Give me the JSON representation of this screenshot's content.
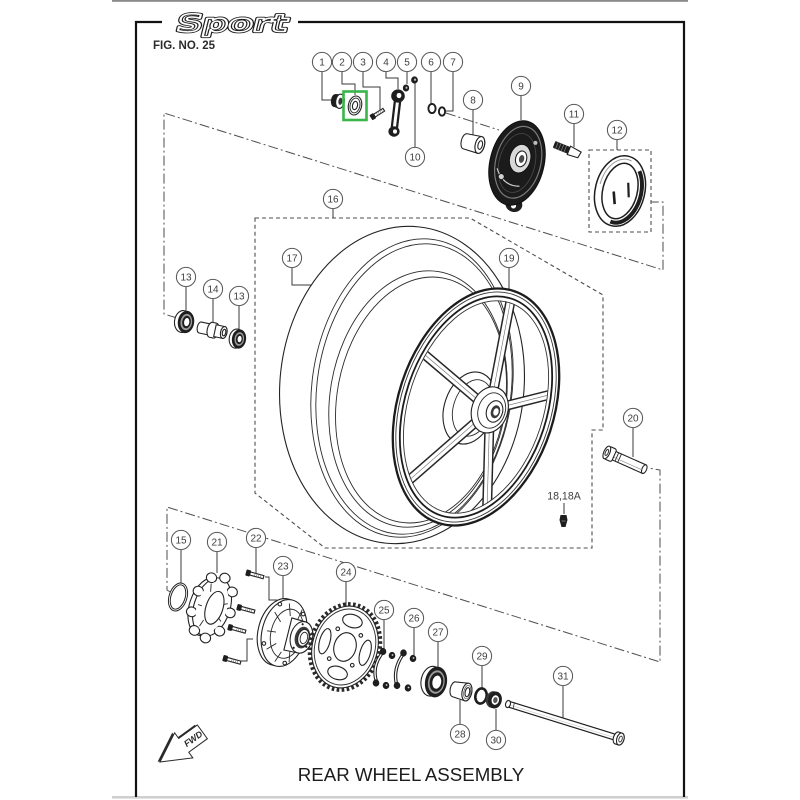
{
  "header": {
    "logo_text": "Sport",
    "figure_label": "FIG. NO. 25"
  },
  "diagram": {
    "title": "REAR WHEEL ASSEMBLY",
    "direction_label": "FWD",
    "highlight": {
      "part_label": "2",
      "color": "#39b54a"
    },
    "callouts": [
      {
        "label": "1"
      },
      {
        "label": "2"
      },
      {
        "label": "3"
      },
      {
        "label": "4"
      },
      {
        "label": "5"
      },
      {
        "label": "6"
      },
      {
        "label": "7"
      },
      {
        "label": "8"
      },
      {
        "label": "9"
      },
      {
        "label": "10"
      },
      {
        "label": "11"
      },
      {
        "label": "12"
      },
      {
        "label": "13"
      },
      {
        "label": "14"
      },
      {
        "label": "13"
      },
      {
        "label": "16"
      },
      {
        "label": "17"
      },
      {
        "label": "19"
      },
      {
        "label": "20"
      },
      {
        "label": "15"
      },
      {
        "label": "21"
      },
      {
        "label": "22"
      },
      {
        "label": "23"
      },
      {
        "label": "24"
      },
      {
        "label": "25"
      },
      {
        "label": "26"
      },
      {
        "label": "27"
      },
      {
        "label": "28"
      },
      {
        "label": "29"
      },
      {
        "label": "30"
      },
      {
        "label": "31"
      }
    ],
    "text_callouts": [
      {
        "label": "18,18A"
      }
    ]
  }
}
